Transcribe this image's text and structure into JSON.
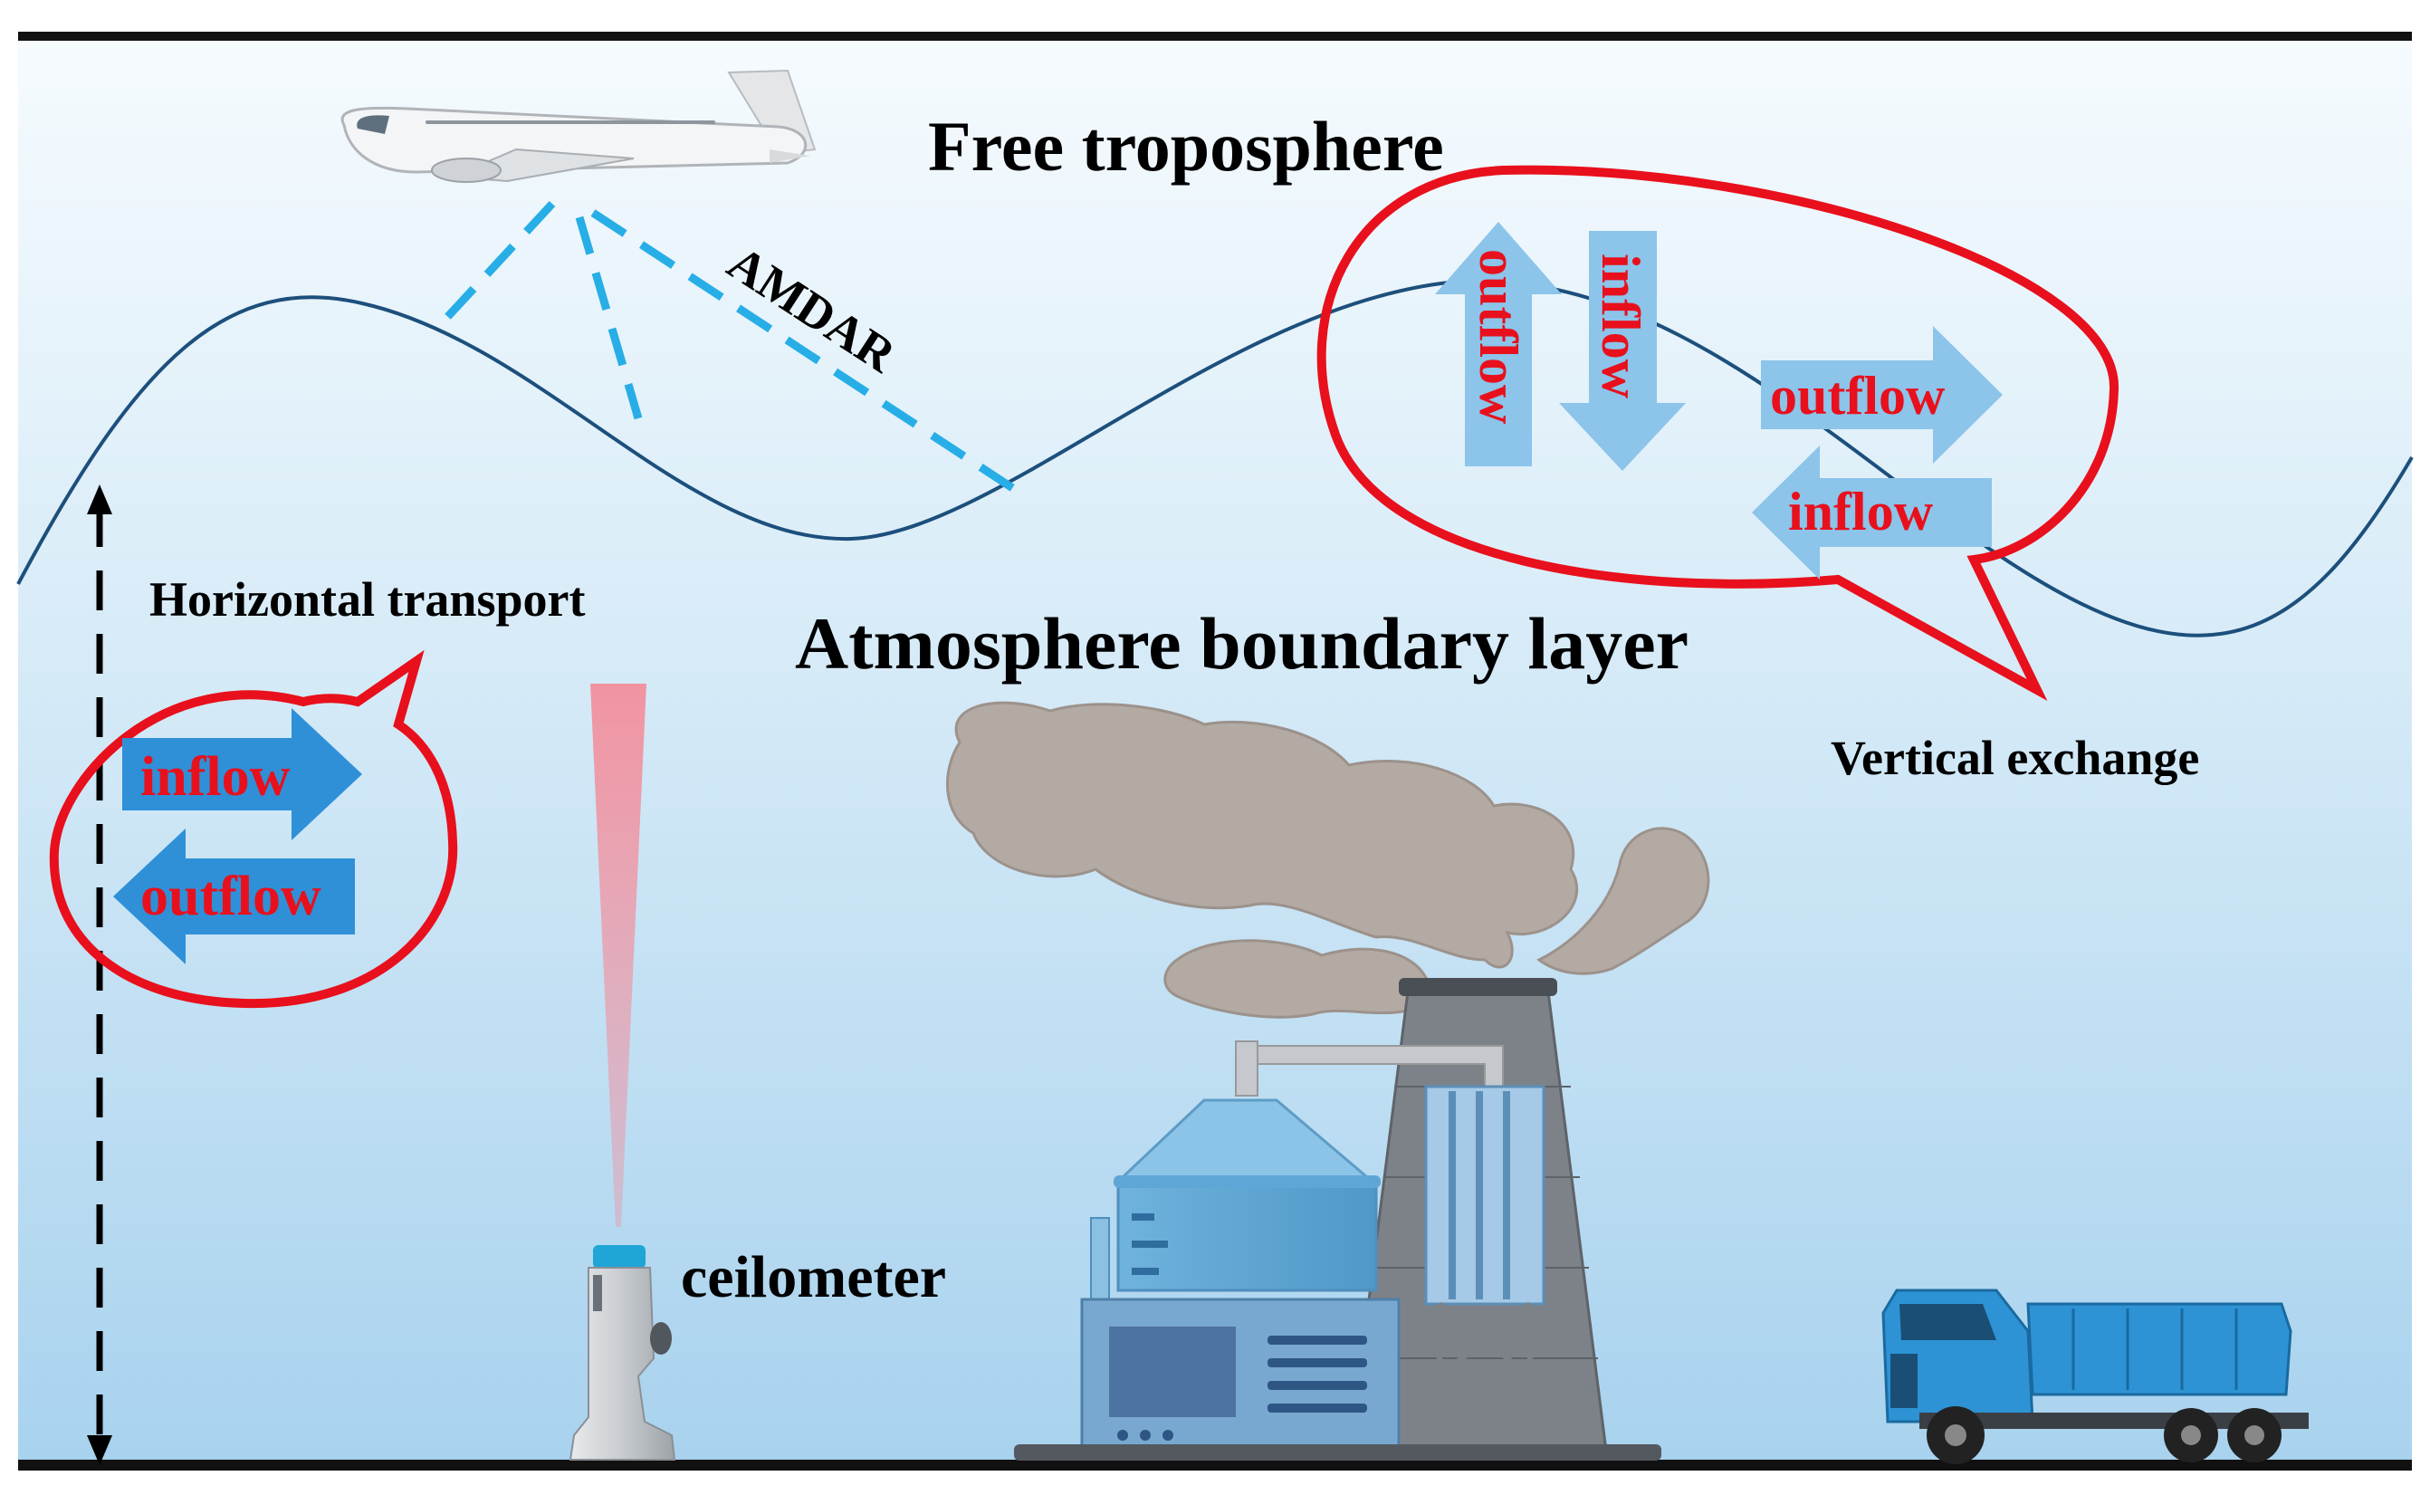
{
  "labels": {
    "free_troposphere": "Free troposphere",
    "amdar": "AMDAR",
    "boundary_layer": "Atmosphere boundary layer",
    "horizontal_transport": "Horizontal transport",
    "vertical_exchange": "Vertical exchange",
    "ceilometer": "ceilometer"
  },
  "horizontal_bubble": {
    "inflow": "inflow",
    "outflow": "outflow"
  },
  "vertical_bubble": {
    "up_arrow": "outflow",
    "down_arrow": "inflow",
    "right_arrow": "outflow",
    "left_arrow": "inflow"
  },
  "colors": {
    "flow_text": "#e8101c",
    "bubble_outline": "#e8101c",
    "arrow_dark": "#2f90d8",
    "arrow_light": "#8cc4ea",
    "amdar_beam": "#27aee6",
    "laser_beam": "#f48a98",
    "boundary_line": "#1c4f7c",
    "sky_top": "#f6fbfe",
    "sky_bottom": "#a8d2ee"
  },
  "icons": [
    "airplane-icon",
    "ceilometer-icon",
    "factory-icon",
    "truck-icon",
    "smoke-icon"
  ]
}
